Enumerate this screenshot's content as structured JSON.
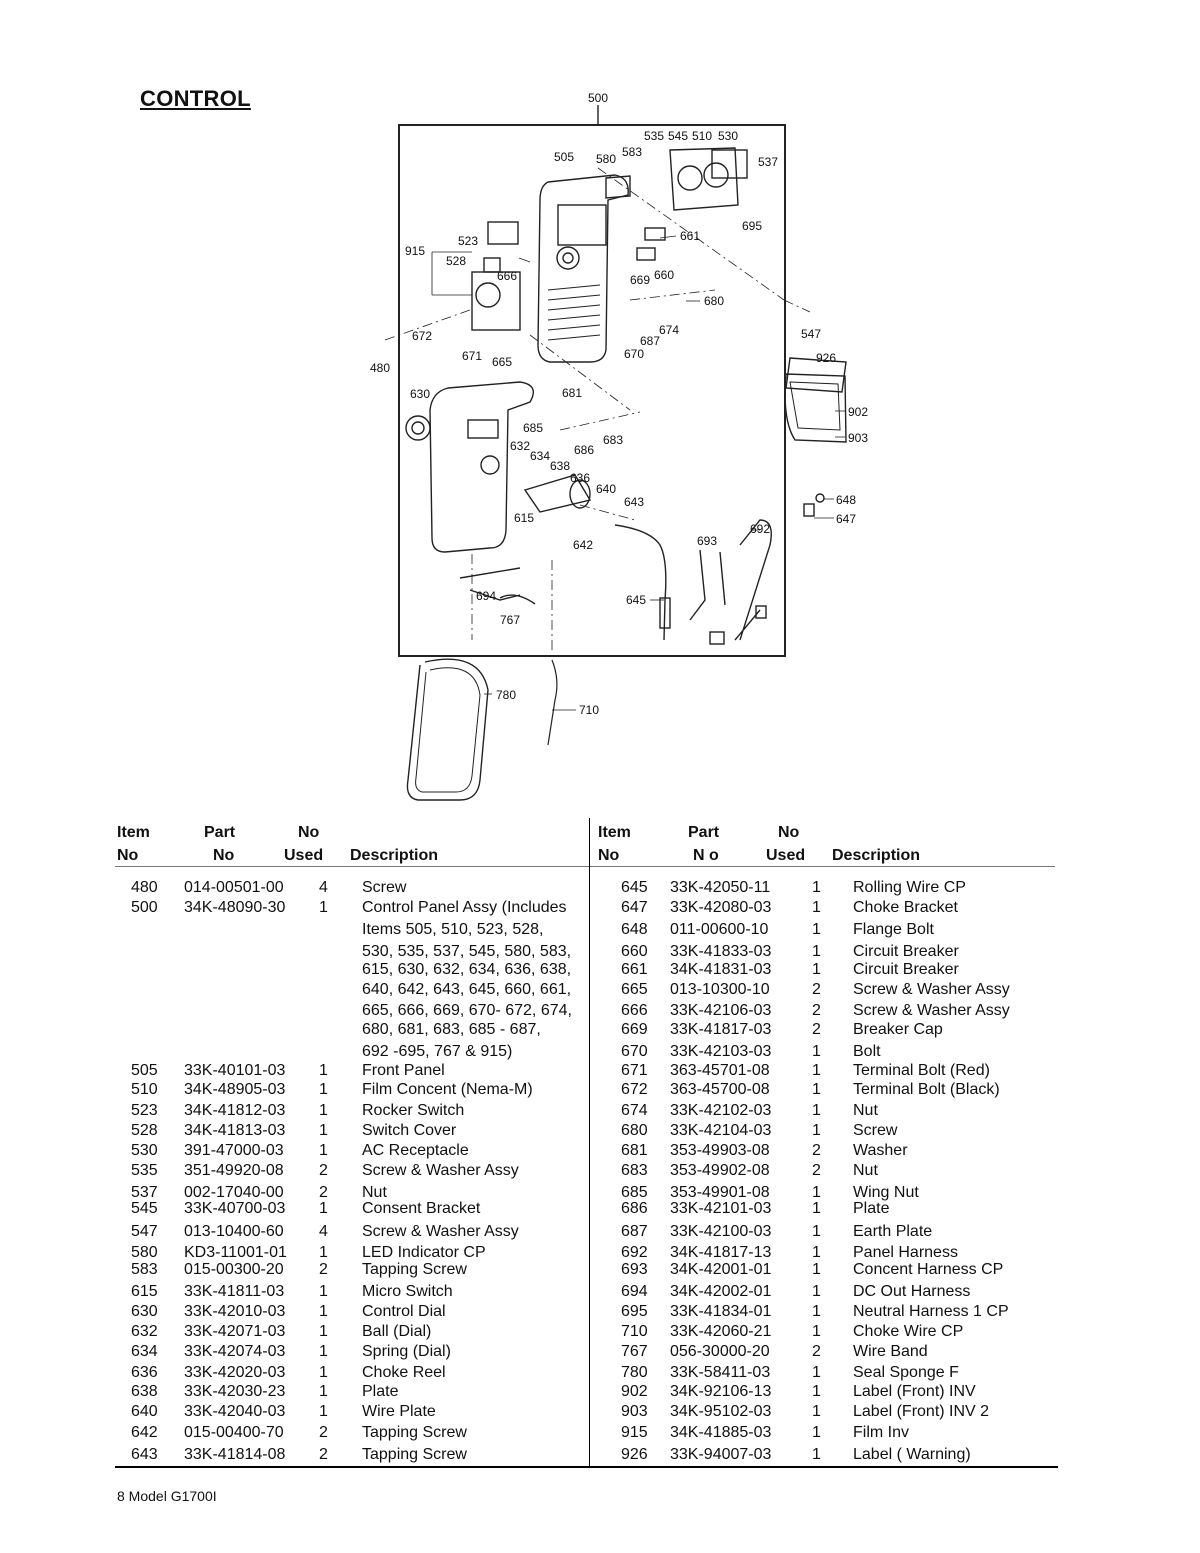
{
  "page": {
    "title": "CONTROL",
    "footer": "8 Model G1700I"
  },
  "diagram": {
    "callouts": [
      "500",
      "505",
      "580",
      "583",
      "535",
      "545",
      "510",
      "530",
      "537",
      "915",
      "523",
      "528",
      "666",
      "661",
      "695",
      "660",
      "669",
      "680",
      "547",
      "926",
      "672",
      "671",
      "665",
      "670",
      "687",
      "674",
      "480",
      "630",
      "681",
      "685",
      "686",
      "683",
      "632",
      "634",
      "638",
      "636",
      "640",
      "643",
      "615",
      "642",
      "693",
      "692",
      "648",
      "647",
      "902",
      "903",
      "645",
      "694",
      "767",
      "780",
      "710"
    ]
  },
  "table": {
    "headers": {
      "left": {
        "item_top": "Item",
        "item_bottom": "No",
        "part_top": "Part",
        "part_bottom": "No",
        "used_top": "No",
        "used_bottom": "Used",
        "desc": "Description"
      },
      "right": {
        "item_top": "Item",
        "item_bottom": "No",
        "part_top": "Part",
        "part_bottom": "N o",
        "used_top": "No",
        "used_bottom": "Used",
        "desc": "Description"
      }
    },
    "left_rows": [
      {
        "item": "480",
        "part": "014-00501-00",
        "used": "4",
        "desc": "Screw"
      },
      {
        "item": "500",
        "part": "34K-48090-30",
        "used": "1",
        "desc": "Control Panel Assy (Includes"
      },
      {
        "item": "",
        "part": "",
        "used": "",
        "desc": "Items 505, 510, 523, 528,"
      },
      {
        "item": "",
        "part": "",
        "used": "",
        "desc": "530, 535, 537, 545, 580, 583,"
      },
      {
        "item": "",
        "part": "",
        "used": "",
        "desc": "615, 630, 632, 634, 636, 638,"
      },
      {
        "item": "",
        "part": "",
        "used": "",
        "desc": "640, 642, 643, 645, 660, 661,"
      },
      {
        "item": "",
        "part": "",
        "used": "",
        "desc": "665, 666, 669, 670- 672,  674,"
      },
      {
        "item": "",
        "part": "",
        "used": "",
        "desc": "680, 681, 683, 685 - 687,"
      },
      {
        "item": "",
        "part": "",
        "used": "",
        "desc": "692 -695, 767 & 915)"
      },
      {
        "item": "505",
        "part": "33K-40101-03",
        "used": "1",
        "desc": "Front Panel"
      },
      {
        "item": "510",
        "part": "34K-48905-03",
        "used": "1",
        "desc": "Film Concent (Nema-M)"
      },
      {
        "item": "523",
        "part": "34K-41812-03",
        "used": "1",
        "desc": "Rocker Switch"
      },
      {
        "item": "528",
        "part": "34K-41813-03",
        "used": "1",
        "desc": "Switch Cover"
      },
      {
        "item": "530",
        "part": "391-47000-03",
        "used": "1",
        "desc": "AC Receptacle"
      },
      {
        "item": "535",
        "part": "351-49920-08",
        "used": "2",
        "desc": "Screw & Washer Assy"
      },
      {
        "item": "537",
        "part": "002-17040-00",
        "used": "2",
        "desc": "Nut"
      },
      {
        "item": "545",
        "part": "33K-40700-03",
        "used": "1",
        "desc": "Consent Bracket"
      },
      {
        "item": "547",
        "part": "013-10400-60",
        "used": "4",
        "desc": "Screw & Washer Assy"
      },
      {
        "item": "580",
        "part": "KD3-11001-01",
        "used": "1",
        "desc": "LED Indicator CP"
      },
      {
        "item": "583",
        "part": "015-00300-20",
        "used": "2",
        "desc": "Tapping Screw"
      },
      {
        "item": "615",
        "part": "33K-41811-03",
        "used": "1",
        "desc": "Micro Switch"
      },
      {
        "item": "630",
        "part": "33K-42010-03",
        "used": "1",
        "desc": "Control Dial"
      },
      {
        "item": "632",
        "part": "33K-42071-03",
        "used": "1",
        "desc": "Ball (Dial)"
      },
      {
        "item": "634",
        "part": "33K-42074-03",
        "used": "1",
        "desc": "Spring (Dial)"
      },
      {
        "item": "636",
        "part": "33K-42020-03",
        "used": "1",
        "desc": "Choke Reel"
      },
      {
        "item": "638",
        "part": "33K-42030-23",
        "used": "1",
        "desc": "Plate"
      },
      {
        "item": "640",
        "part": "33K-42040-03",
        "used": "1",
        "desc": "Wire Plate"
      },
      {
        "item": "642",
        "part": "015-00400-70",
        "used": "2",
        "desc": "Tapping Screw"
      },
      {
        "item": "643",
        "part": "33K-41814-08",
        "used": "2",
        "desc": "Tapping Screw"
      }
    ],
    "right_rows": [
      {
        "item": "645",
        "part": "33K-42050-11",
        "used": "1",
        "desc": "Rolling Wire CP"
      },
      {
        "item": "647",
        "part": "33K-42080-03",
        "used": "1",
        "desc": "Choke Bracket"
      },
      {
        "item": "648",
        "part": "011-00600-10",
        "used": "1",
        "desc": "Flange Bolt"
      },
      {
        "item": "660",
        "part": "33K-41833-03",
        "used": "1",
        "desc": "Circuit Breaker"
      },
      {
        "item": "661",
        "part": "34K-41831-03",
        "used": "1",
        "desc": "Circuit Breaker"
      },
      {
        "item": "665",
        "part": "013-10300-10",
        "used": "2",
        "desc": "Screw & Washer Assy"
      },
      {
        "item": "666",
        "part": "33K-42106-03",
        "used": "2",
        "desc": "Screw & Washer Assy"
      },
      {
        "item": "669",
        "part": "33K-41817-03",
        "used": "2",
        "desc": "Breaker Cap"
      },
      {
        "item": "670",
        "part": "33K-42103-03",
        "used": "1",
        "desc": "Bolt"
      },
      {
        "item": "671",
        "part": "363-45701-08",
        "used": "1",
        "desc": "Terminal Bolt (Red)"
      },
      {
        "item": "672",
        "part": "363-45700-08",
        "used": "1",
        "desc": "Terminal Bolt (Black)"
      },
      {
        "item": "674",
        "part": "33K-42102-03",
        "used": "1",
        "desc": "Nut"
      },
      {
        "item": "680",
        "part": "33K-42104-03",
        "used": "1",
        "desc": "Screw"
      },
      {
        "item": "681",
        "part": "353-49903-08",
        "used": "2",
        "desc": "Washer"
      },
      {
        "item": "683",
        "part": "353-49902-08",
        "used": "2",
        "desc": "Nut"
      },
      {
        "item": "685",
        "part": "353-49901-08",
        "used": "1",
        "desc": "Wing Nut"
      },
      {
        "item": "686",
        "part": "33K-42101-03",
        "used": "1",
        "desc": "Plate"
      },
      {
        "item": "687",
        "part": "33K-42100-03",
        "used": "1",
        "desc": "Earth Plate"
      },
      {
        "item": "692",
        "part": "34K-41817-13",
        "used": "1",
        "desc": "Panel Harness"
      },
      {
        "item": "693",
        "part": "34K-42001-01",
        "used": "1",
        "desc": "Concent Harness CP"
      },
      {
        "item": "694",
        "part": "34K-42002-01",
        "used": "1",
        "desc": "DC Out Harness"
      },
      {
        "item": "695",
        "part": "33K-41834-01",
        "used": "1",
        "desc": "Neutral Harness 1 CP"
      },
      {
        "item": "710",
        "part": "33K-42060-21",
        "used": "1",
        "desc": "Choke Wire CP"
      },
      {
        "item": "767",
        "part": "056-30000-20",
        "used": "2",
        "desc": "Wire Band"
      },
      {
        "item": "780",
        "part": "33K-58411-03",
        "used": "1",
        "desc": "Seal Sponge F"
      },
      {
        "item": "902",
        "part": "34K-92106-13",
        "used": "1",
        "desc": "Label (Front) INV"
      },
      {
        "item": "903",
        "part": "34K-95102-03",
        "used": "1",
        "desc": "Label (Front) INV 2"
      },
      {
        "item": "915",
        "part": "34K-41885-03",
        "used": "1",
        "desc": "Film Inv"
      },
      {
        "item": "926",
        "part": "33K-94007-03",
        "used": "1",
        "desc": "Label ( Warning)"
      }
    ]
  }
}
